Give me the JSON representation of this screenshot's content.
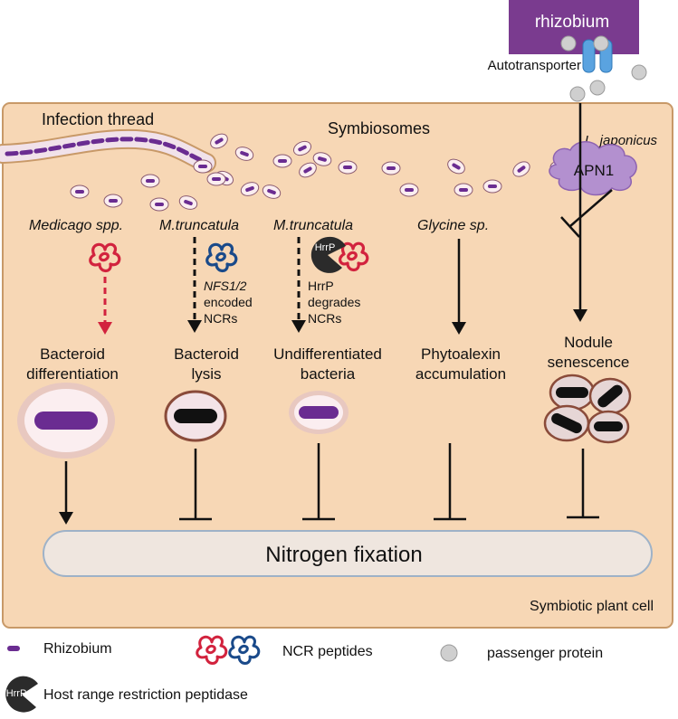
{
  "top": {
    "rhizobium_label": "rhizobium",
    "autotransporter_label": "Autotransporter"
  },
  "cell": {
    "infection_thread_label": "Infection thread",
    "symbiosomes_label": "Symbiosomes",
    "species": {
      "medicago": "Medicago spp.",
      "mtruncatula_1": "M.truncatula",
      "mtruncatula_2": "M.truncatula",
      "glycine": "Glycine sp.",
      "ljaponicus": "L. japonicus"
    },
    "apn1_label": "APN1",
    "hrrp_badge": "HrrP",
    "nfs_note": [
      "NFS1/2",
      "encoded",
      "NCRs"
    ],
    "hrrp_note": [
      "HrrP",
      "degrades",
      "NCRs"
    ],
    "outcomes": {
      "bacteroid_differentiation": [
        "Bacteroid",
        "differentiation"
      ],
      "bacteroid_lysis": [
        "Bacteroid",
        "lysis"
      ],
      "undifferentiated": [
        "Undifferentiated",
        "bacteria"
      ],
      "phytoalexin": [
        "Phytoalexin",
        "accumulation"
      ],
      "nodule_senescence": [
        "Nodule",
        "senescence"
      ]
    },
    "nitrogen_fixation_label": "Nitrogen fixation",
    "symbiotic_cell_label": "Symbiotic plant cell"
  },
  "legend": {
    "rhizobium": "Rhizobium",
    "ncr_peptides": "NCR peptides",
    "passenger_protein": "passenger protein",
    "hrrp_badge": "HrrP",
    "peptidase": "Host range restriction peptidase"
  },
  "colors": {
    "cell_fill": "#f7d7b5",
    "cell_stroke": "#c89968",
    "rhizobium_box": "#7a3b8f",
    "bacteria": "#6a2c91",
    "ncr_red": "#d2233e",
    "ncr_blue": "#1a4a8a",
    "transporter": "#5aa3e0",
    "apn1": "#b390cf",
    "nitrogen_fill": "#efe6df"
  }
}
